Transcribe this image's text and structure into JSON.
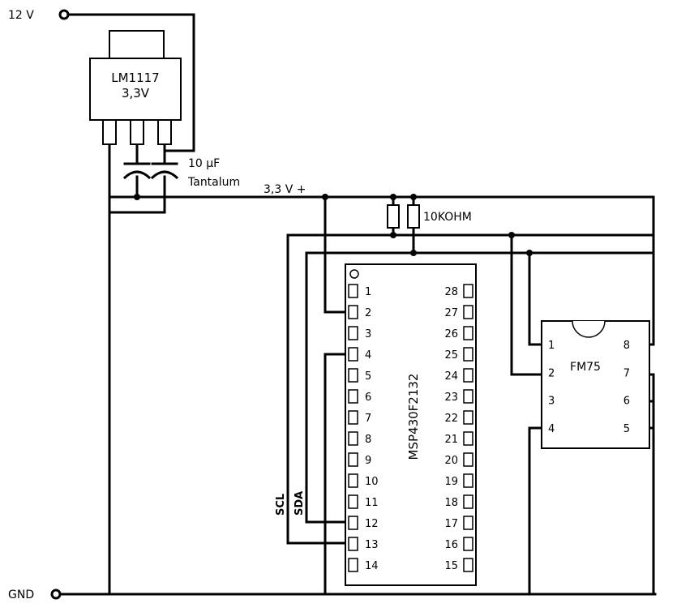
{
  "supply": {
    "v12": "12 V",
    "gnd": "GND",
    "v33": "3,3 V +"
  },
  "regulator": {
    "name": "LM1117",
    "voltage": "3,3V"
  },
  "capacitor": {
    "value": "10 μF",
    "type": "Tantalum"
  },
  "resistor": {
    "value": "10KOHM"
  },
  "mcu": {
    "name": "MSP430F2132",
    "left_pins": [
      "1",
      "2",
      "3",
      "4",
      "5",
      "6",
      "7",
      "8",
      "9",
      "10",
      "11",
      "12",
      "13",
      "14"
    ],
    "right_pins": [
      "28",
      "27",
      "26",
      "25",
      "24",
      "23",
      "22",
      "21",
      "20",
      "19",
      "18",
      "17",
      "16",
      "15"
    ]
  },
  "sensor": {
    "name": "FM75",
    "left_pins": [
      "1",
      "2",
      "3",
      "4"
    ],
    "right_pins": [
      "8",
      "7",
      "6",
      "5"
    ]
  },
  "bus": {
    "scl": "SCL",
    "sda": "SDA"
  }
}
